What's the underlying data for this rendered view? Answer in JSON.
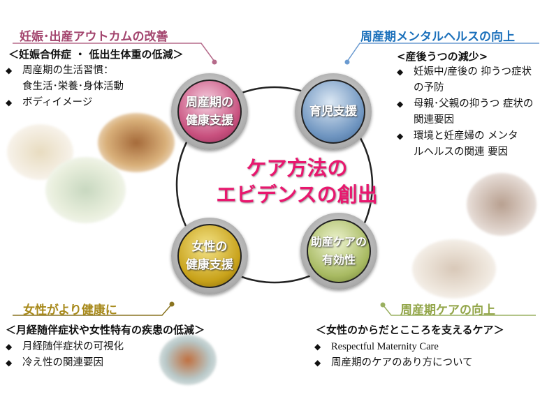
{
  "center": {
    "line1": "ケア方法の",
    "line2": "エビデンスの創出"
  },
  "nodes": {
    "tl": {
      "l1": "周産期の",
      "l2": "健康支援"
    },
    "tr": {
      "l1": "育児支援"
    },
    "bl": {
      "l1": "女性の",
      "l2": "健康支援"
    },
    "br": {
      "l1": "助産ケアの",
      "l2": "有効性"
    }
  },
  "sections": {
    "tl": {
      "title": "妊娠･出産アウトカムの改善",
      "subtitle": "＜妊娠合併症 ・ 低出生体重の低減＞",
      "bullets": [
        "周産期の生活習慣：",
        "ボディイメージ"
      ],
      "bullet1_cont": "食生活･栄養･身体活動"
    },
    "tr": {
      "title": "周産期メンタルヘルスの向上",
      "subtitle": "<産後うつの減少>",
      "bullets": [
        "妊娠中/産後の 抑うつ症状の予防",
        "母親･父親の抑うつ 症状の関連要因",
        "環境と妊産婦の メンタルヘルスの関連 要因"
      ]
    },
    "bl": {
      "title": "女性がより健康に",
      "subtitle": "＜月経随伴症状や女性特有の疾患の低減＞",
      "bullets": [
        "月経随伴症状の可視化",
        "冷え性の関連要因"
      ]
    },
    "br": {
      "title": "周産期ケアの向上",
      "subtitle": "＜女性のからだとこころを支えるケア＞",
      "bullets": [
        "Respectful Maternity Care",
        "周産期のケアのあり方について"
      ]
    }
  },
  "colors": {
    "pink": "#a3456e",
    "blue": "#1b70bb",
    "gold": "#a88a1c",
    "olive": "#93a64a",
    "accent": "#e8176e"
  }
}
